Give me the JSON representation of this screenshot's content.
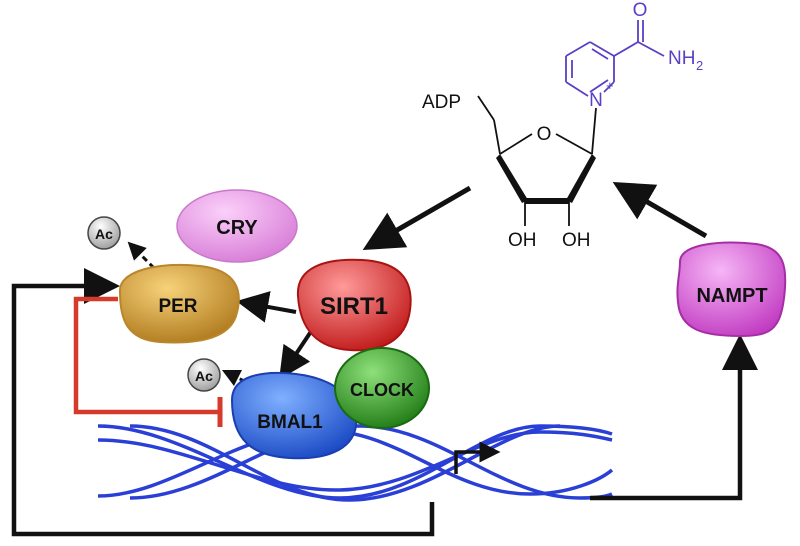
{
  "colors": {
    "per": "#d59a2c",
    "cry": "#e88ae6",
    "sirt1": "#e83a3a",
    "clock": "#3aa52a",
    "bmal1": "#2f6fe8",
    "nampt": "#d95cd9",
    "dna": "#2a3fd6",
    "inhibit": "#d63a2a",
    "nicotinamide": "#5b3fc4"
  },
  "proteins": {
    "per": "PER",
    "cry": "CRY",
    "sirt1": "SIRT1",
    "clock": "CLOCK",
    "bmal1": "BMAL1",
    "nampt": "NAMPT"
  },
  "acetyl": {
    "per_ac": "Ac",
    "bmal1_ac": "Ac"
  },
  "nad": {
    "adp": "ADP",
    "ring_o": "O",
    "oh_left": "OH",
    "oh_right": "OH",
    "n_plus": "N",
    "plus": "+",
    "amide_o": "O",
    "nh2": "NH",
    "nh2_sub": "2"
  }
}
